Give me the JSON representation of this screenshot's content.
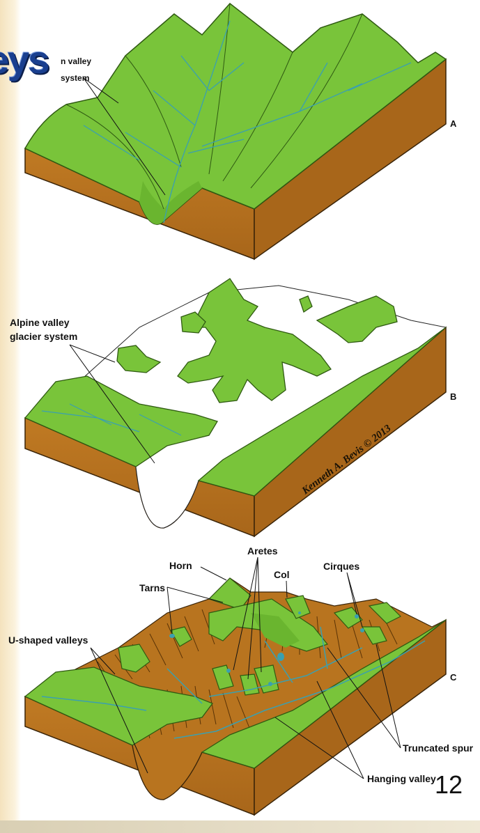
{
  "title_fragment": "eys",
  "slide_number": "12",
  "panels": {
    "a": {
      "letter": "A",
      "label_line1": "n valley",
      "label_line2": "system"
    },
    "b": {
      "letter": "B",
      "label_line1": "Alpine valley",
      "label_line2": "glacier system",
      "credit": "Kenneth A. Bevis © 2013"
    },
    "c": {
      "letter": "C",
      "labels": {
        "horn": "Horn",
        "aretes": "Aretes",
        "col": "Col",
        "cirques": "Cirques",
        "tarns": "Tarns",
        "u_shaped_valleys": "U-shaped valleys",
        "truncated_spur": "Truncated spur",
        "hanging_valley": "Hanging valley"
      }
    }
  },
  "colors": {
    "grass": "#79c43a",
    "rock": "#b8741f",
    "rock_dark": "#8a5414",
    "stream": "#3aa0b0",
    "ice": "#ffffff",
    "title_blue": "#1a3f8f"
  }
}
